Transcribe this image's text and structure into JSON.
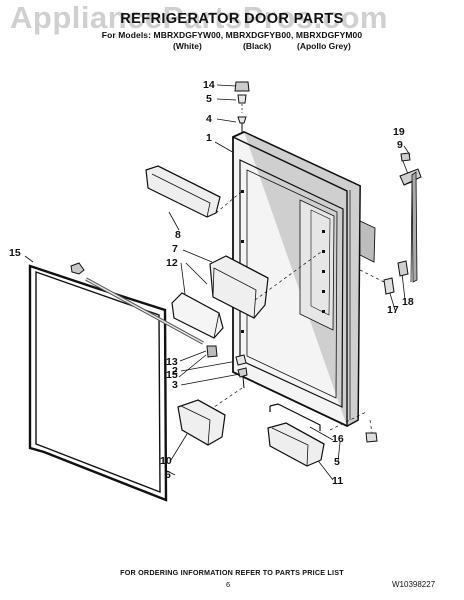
{
  "watermark": "AppliancePartsPros.com",
  "header": {
    "title": "REFRIGERATOR DOOR PARTS",
    "models": "For Models: MBRXDGFYW00, MBRXDGFYB00, MBRXDGFYM00",
    "variants": [
      "(White)",
      "(Black)",
      "(Apollo Grey)"
    ]
  },
  "callouts": [
    "14",
    "5",
    "4",
    "1",
    "19",
    "9",
    "8",
    "7",
    "12",
    "15",
    "13",
    "15",
    "2",
    "3",
    "17",
    "18",
    "10",
    "6",
    "16",
    "5",
    "11"
  ],
  "footer": {
    "ordering": "FOR ORDERING INFORMATION REFER TO PARTS PRICE LIST",
    "page": "6",
    "doc_number": "W10398227"
  },
  "colors": {
    "line": "#111111",
    "shade": "#9a9a9a",
    "light": "#d4d4d4"
  }
}
